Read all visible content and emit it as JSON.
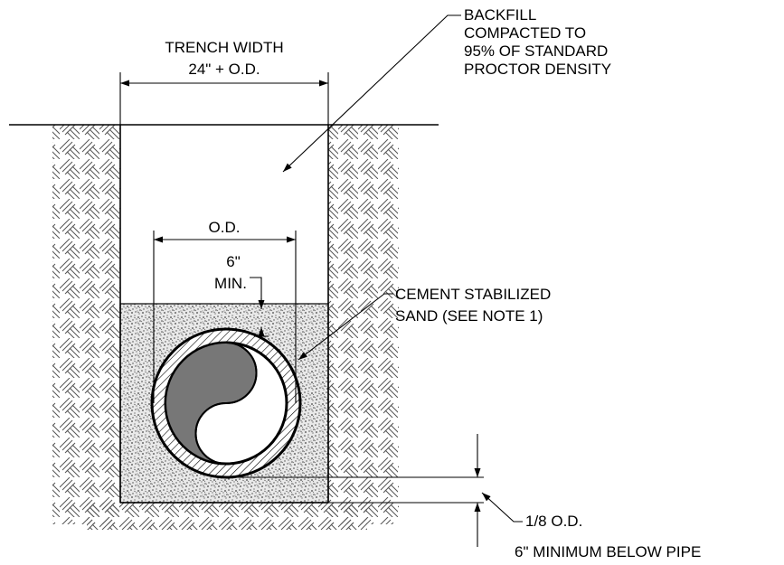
{
  "labels": {
    "trench_width": "TRENCH WIDTH",
    "trench_width_value": "24\" + O.D.",
    "backfill_1": "BACKFILL",
    "backfill_2": "COMPACTED TO",
    "backfill_3": "95% OF STANDARD",
    "backfill_4": "PROCTOR DENSITY",
    "od": "O.D.",
    "six_inch": "6\"",
    "min": "MIN.",
    "cement_1": "CEMENT STABILIZED",
    "cement_2": "SAND (SEE NOTE 1)",
    "eighth_od": "1/8 O.D.",
    "six_min_below": "6\" MINIMUM BELOW PIPE"
  },
  "colors": {
    "line": "#000000",
    "pipe_fill": "#777777",
    "soil_hatch": "#555555",
    "sand_speckle": "#444444"
  }
}
